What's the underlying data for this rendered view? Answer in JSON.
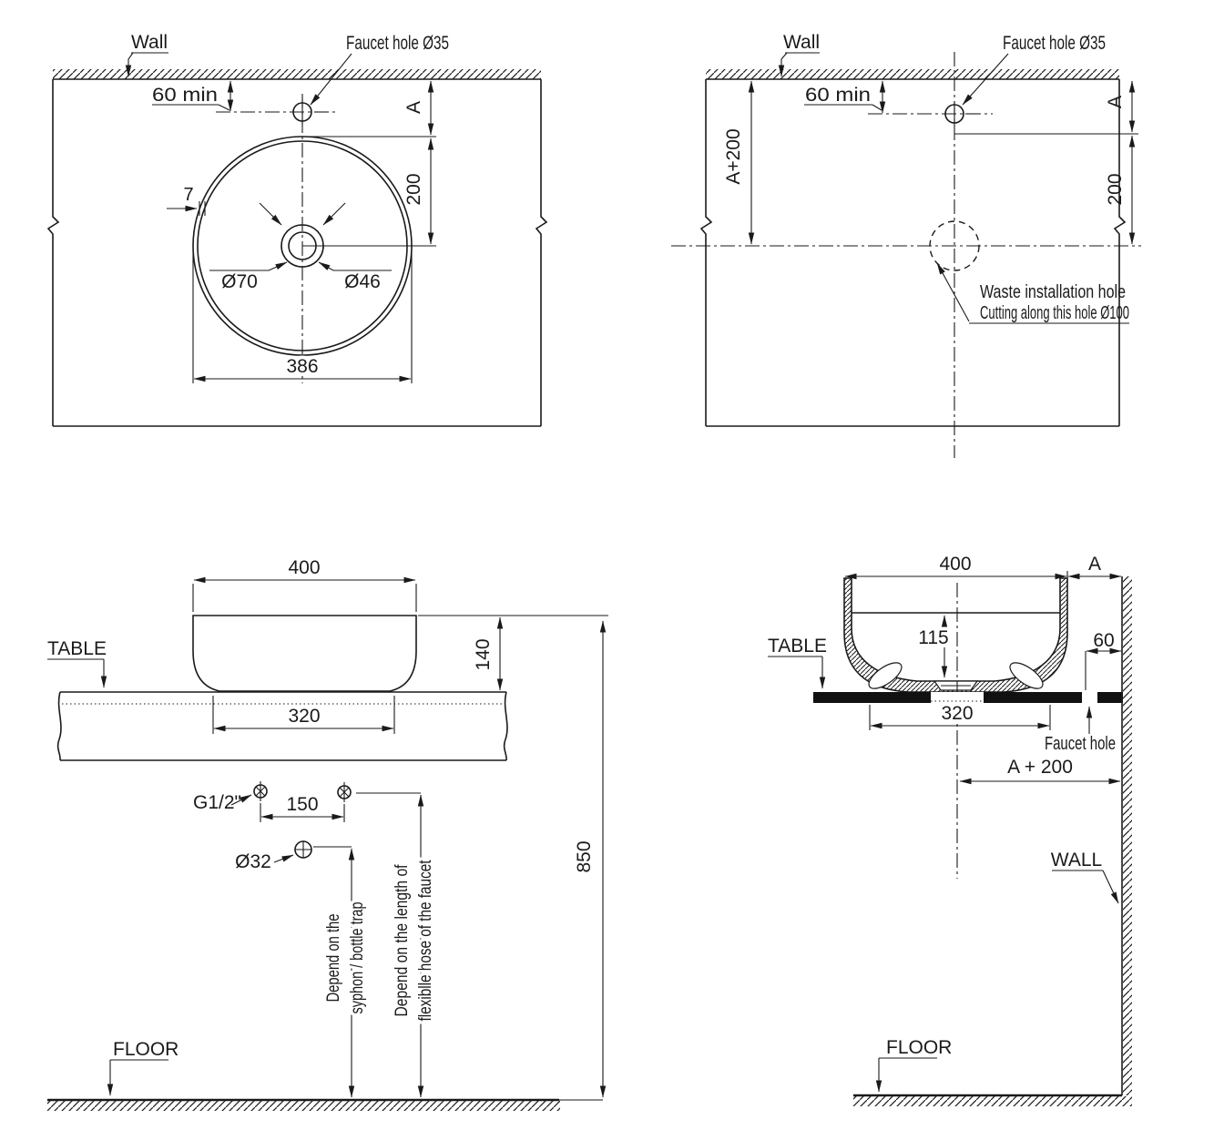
{
  "plan_left": {
    "wall": "Wall",
    "faucet_hole": "Faucet hole Ø35",
    "wall_clearance": "60 min",
    "dim_a": "A",
    "dim_200": "200",
    "rim_thickness": "7",
    "drain_outer": "Ø70",
    "drain_inner": "Ø46",
    "outer_width": "386"
  },
  "plan_right": {
    "wall": "Wall",
    "faucet_hole": "Faucet hole Ø35",
    "wall_clearance": "60 min",
    "dim_a_plus_200": "A+200",
    "dim_a": "A",
    "dim_200": "200",
    "waste_note_1": "Waste installation hole",
    "waste_note_2": "Cutting along this hole Ø100"
  },
  "front_view": {
    "top_width": "400",
    "table": "TABLE",
    "height": "140",
    "base_width": "320",
    "supply_thread": "G1/2\"",
    "supply_spacing": "150",
    "drain_dia": "Ø32",
    "syphon_note_1": "Depend on the",
    "syphon_note_2": "syphon / bottle trap",
    "hose_note_1": "Depend on the length of",
    "hose_note_2": "flexiblle hose of the faucet",
    "mount_height": "850",
    "floor": "FLOOR"
  },
  "section_view": {
    "top_width": "400",
    "dim_a": "A",
    "table": "TABLE",
    "bowl_depth": "115",
    "faucet_offset": "60",
    "base_width": "320",
    "faucet_hole": "Faucet hole",
    "dim_a_plus_200": "A + 200",
    "wall": "WALL",
    "floor": "FLOOR"
  }
}
